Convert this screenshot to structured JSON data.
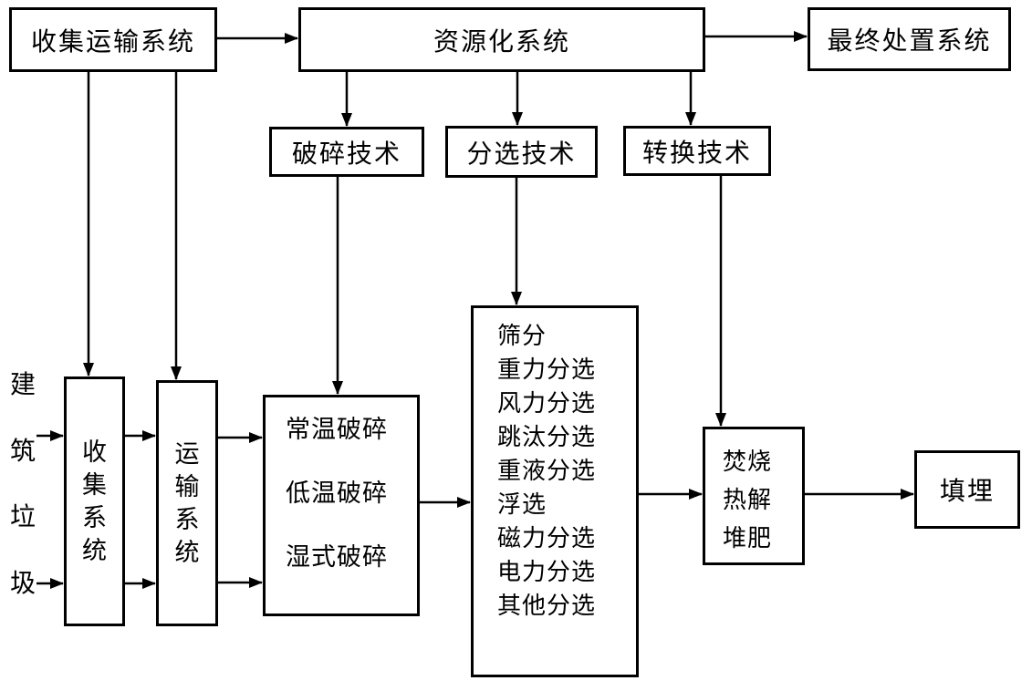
{
  "colors": {
    "line": "#000000",
    "box_border": "#000000",
    "background": "#ffffff"
  },
  "nodes": {
    "collect_transport": {
      "label": "收集运输系统"
    },
    "resource": {
      "label": "资源化系统"
    },
    "final_disposal": {
      "label": "最终处置系统"
    },
    "crush_tech": {
      "label": "破碎技术"
    },
    "sort_tech": {
      "label": "分选技术"
    },
    "convert_tech": {
      "label": "转换技术"
    },
    "input_label": {
      "label": "建筑垃圾",
      "chars": [
        "建",
        "筑",
        "垃",
        "圾"
      ]
    },
    "collect_sys": {
      "label": "收集系统",
      "chars": [
        "收",
        "集",
        "系",
        "统"
      ]
    },
    "transport_sys": {
      "label": "运输系统",
      "chars": [
        "运",
        "输",
        "系",
        "统"
      ]
    },
    "crush_methods": {
      "items": [
        "常温破碎",
        "低温破碎",
        "湿式破碎"
      ]
    },
    "sort_methods": {
      "items": [
        "筛分",
        "重力分选",
        "风力分选",
        "跳汰分选",
        "重液分选",
        "浮选",
        "磁力分选",
        "电力分选",
        "其他分选"
      ]
    },
    "thermal": {
      "items": [
        "焚烧",
        "热解",
        "堆肥"
      ]
    },
    "landfill": {
      "label": "填埋"
    }
  }
}
